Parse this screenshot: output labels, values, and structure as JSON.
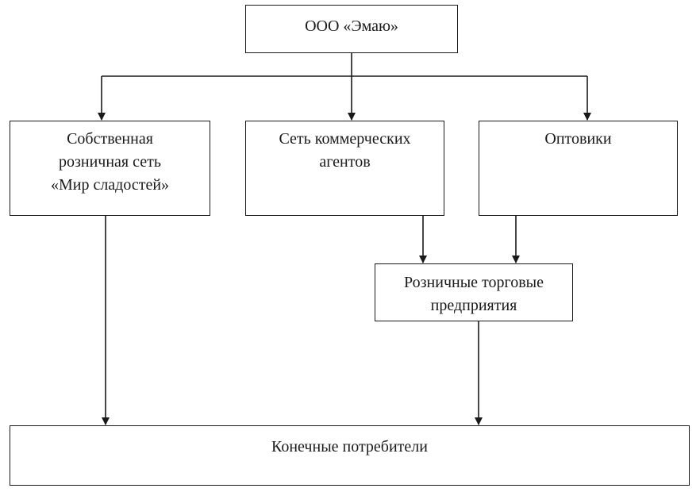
{
  "diagram": {
    "company": {
      "label": "ООО «Эмаю»"
    },
    "own_retail": {
      "lines": [
        "Собственная",
        "розничная сеть",
        "«Мир сладостей»"
      ]
    },
    "agents": {
      "lines": [
        "Сеть коммерческих",
        "агентов"
      ]
    },
    "wholesalers": {
      "label": "Оптовики"
    },
    "retail_enterprises": {
      "lines": [
        "Розничные торговые",
        "предприятия"
      ]
    },
    "consumers": {
      "label": "Конечные потребители"
    }
  },
  "colors": {
    "stroke": "#1a1a1a",
    "background": "#ffffff"
  }
}
